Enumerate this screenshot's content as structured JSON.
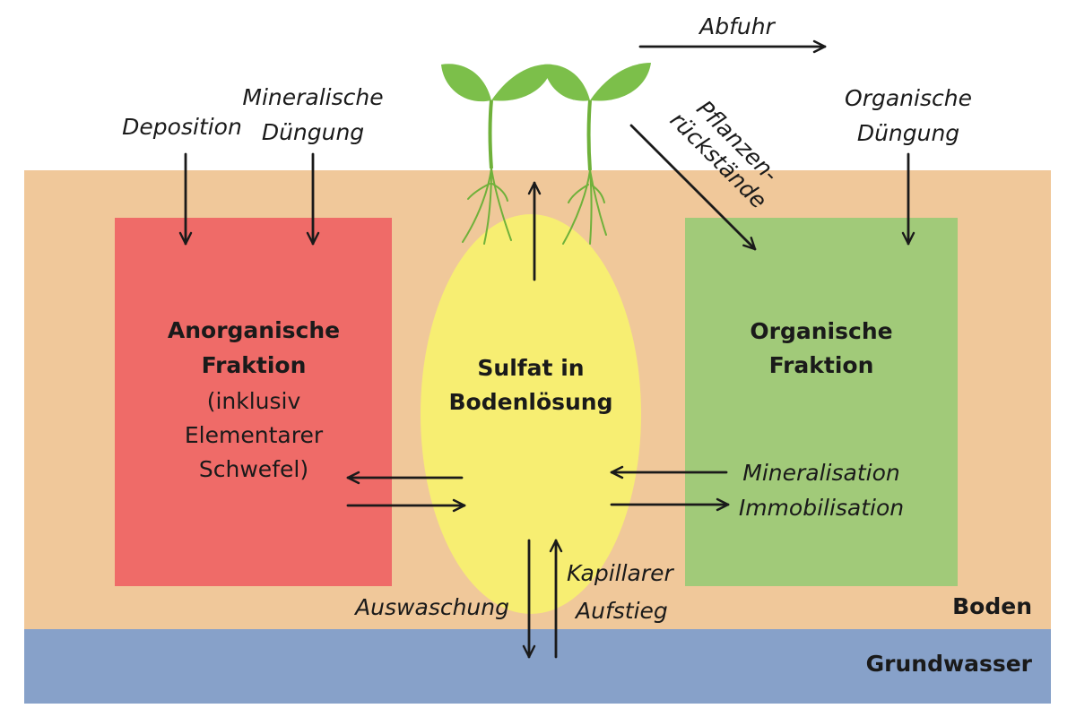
{
  "colors": {
    "soil": "#f0c89a",
    "groundwater": "#87a1c9",
    "inorganic": "#ef6b68",
    "solution": "#f7ee72",
    "organic": "#a1ca79",
    "leaf": "#7cbf4a",
    "stem": "#6fb13a"
  },
  "labels": {
    "abfuhr": "Abfuhr",
    "deposition": "Deposition",
    "mineral_fert_line1": "Mineralische",
    "mineral_fert_line2": "Düngung",
    "residues_line1": "Pflanzen-",
    "residues_line2": "rückstände",
    "organic_fert_line1": "Organische",
    "organic_fert_line2": "Düngung",
    "inorganic_line1": "Anorganische",
    "inorganic_line2": "Fraktion",
    "inorganic_line3": "(inklusiv",
    "inorganic_line4": "Elementarer",
    "inorganic_line5": "Schwefel)",
    "sulfate_line1": "Sulfat in",
    "sulfate_line2": "Bodenlösung",
    "organic_line1": "Organische",
    "organic_line2": "Fraktion",
    "mineralisation": "Mineralisation",
    "immobilisation": "Immobilisation",
    "leaching": "Auswaschung",
    "capillary_line1": "Kapillarer",
    "capillary_line2": "Aufstieg",
    "soil": "Boden",
    "groundwater": "Grundwasser"
  }
}
